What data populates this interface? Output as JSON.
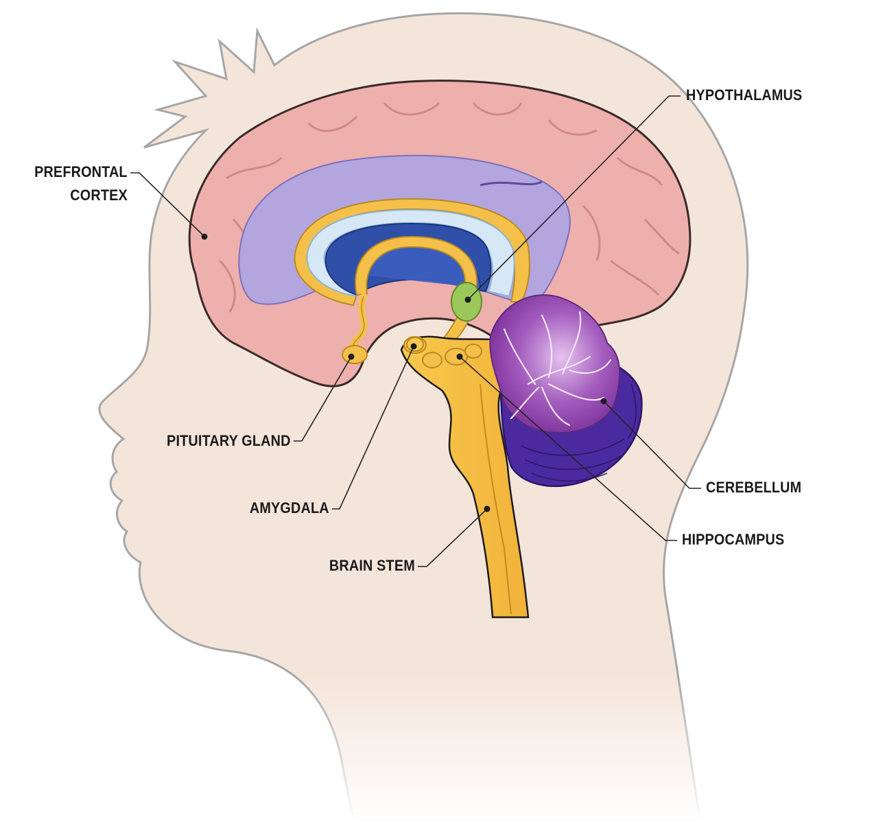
{
  "labels": {
    "prefrontal_cortex_line1": "PREFRONTAL",
    "prefrontal_cortex_line2": "CORTEX",
    "hypothalamus": "HYPOTHALAMUS",
    "pituitary_gland": "PITUITARY GLAND",
    "amygdala": "AMYGDALA",
    "brain_stem": "BRAIN STEM",
    "cerebellum": "CEREBELLUM",
    "hippocampus": "HIPPOCAMPUS"
  },
  "colors": {
    "skin": "#f5e6dc",
    "skin_outline": "#a8a8a8",
    "cortex": "#eeaaa8",
    "cortex_outline": "#3a2a2a",
    "ventricle_lavender": "#b3a6de",
    "corpus_callosum_blue": "#2f4fa8",
    "corpus_callosum_light": "#cfe4f3",
    "limbic_gold": "#f5c04a",
    "hypothalamus_green": "#9cc85a",
    "cerebellum_purple": "#8d3fa6",
    "cerebellum_dark": "#4b2aa0"
  }
}
